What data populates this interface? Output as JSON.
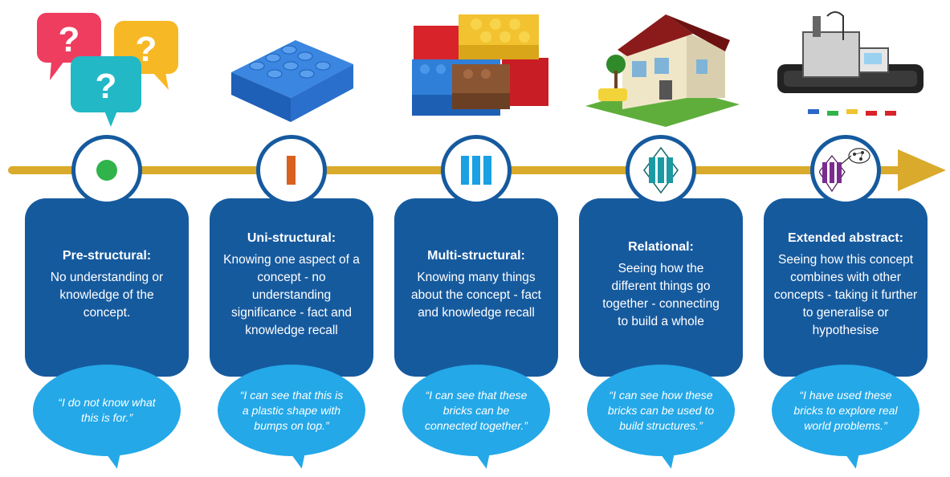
{
  "stages": [
    {
      "title": "Pre-structural:",
      "description": "No understanding or knowledge of the concept.",
      "quote": "“I do not know what this is for.”",
      "icon": "green-dot-icon",
      "image": "question-speech-bubbles"
    },
    {
      "title": "Uni-structural:",
      "description": "Knowing one aspect of a concept - no understanding significance - fact and knowledge recall",
      "quote": "“I can see that this is a plastic shape with bumps on top.”",
      "icon": "single-bar-icon",
      "image": "single-blue-brick"
    },
    {
      "title": "Multi-structural:",
      "description": "Knowing many things about the concept - fact and knowledge recall",
      "quote": "“I can see that these bricks can be connected together.”",
      "icon": "three-bars-icon",
      "image": "stacked-bricks"
    },
    {
      "title": "Relational:",
      "description": "Seeing how the different things go together - connecting to build a whole",
      "quote": "“I can see how these bricks can be used to build structures.”",
      "icon": "connected-bars-icon",
      "image": "brick-house"
    },
    {
      "title": "Extended abstract:",
      "description": "Seeing how this concept combines with other concepts - taking it further to generalise or hypothesise",
      "quote": "“I have used these bricks to explore real world problems.”",
      "icon": "extended-bars-icon",
      "image": "brick-robot-machine"
    }
  ],
  "colors": {
    "timeline": "#d9aa2b",
    "stage_box": "#165a9e",
    "bubble": "#24a8e8",
    "pre_dot": "#2fb34a",
    "uni_bar": "#d9601f",
    "multi_bars": "#1aa0e3",
    "relational_bars": "#1b9aa3",
    "extended_bars": "#7a2d8f"
  }
}
